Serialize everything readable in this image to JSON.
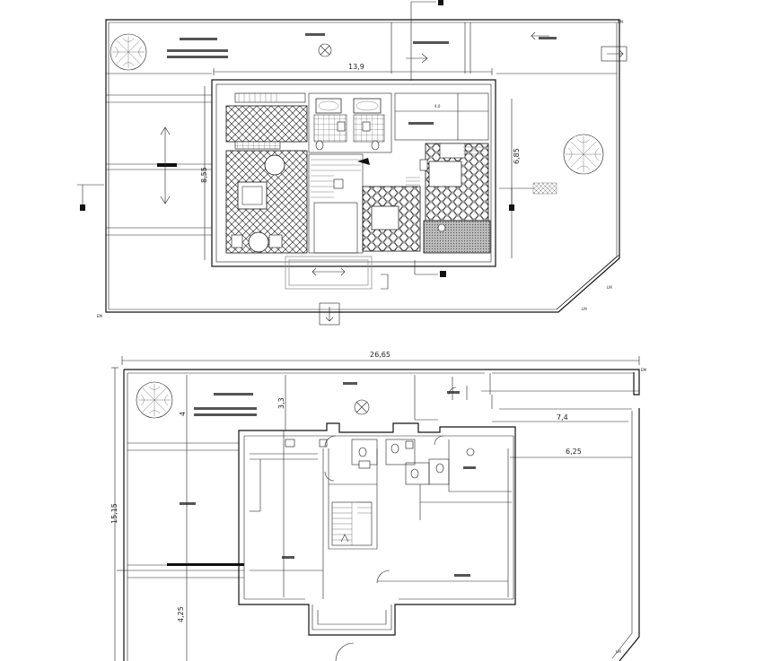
{
  "upper_plan": {
    "dimensions": {
      "overall_width": "13,9",
      "overall_depth": "8,55",
      "right_depth": "6,85",
      "room_width": "4,0"
    },
    "tags": {
      "em": "EM",
      "lm_right": "LM",
      "lm_bottom": "LM",
      "em_right": "EM"
    }
  },
  "lower_plan": {
    "dimensions": {
      "overall_width": "26,65",
      "overall_depth": "15,15",
      "front_setback": "3,3",
      "left_setback": "4",
      "rear_depth": "4,25",
      "right_width_1": "7,4",
      "right_width_2": "6,25"
    },
    "tags": {
      "em": "EM",
      "lm": "LM"
    }
  },
  "colors": {
    "line": "#111111",
    "paper": "#ffffff",
    "label_block": "#555555"
  }
}
